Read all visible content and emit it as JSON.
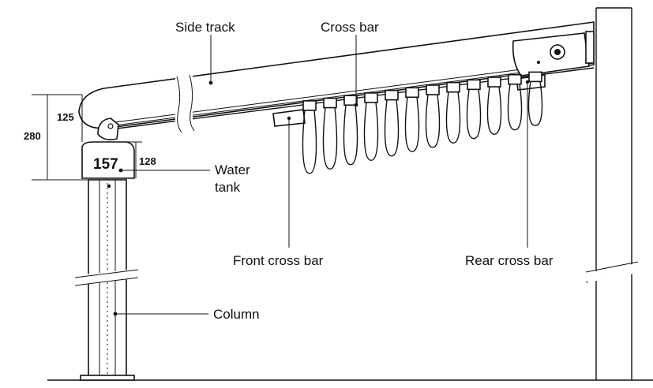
{
  "labels": {
    "side_track": "Side track",
    "cross_bar": "Cross bar",
    "water_tank_line1": "Water",
    "water_tank_line2": "tank",
    "front_cross_bar": "Front cross bar",
    "rear_cross_bar": "Rear cross bar",
    "column": "Column"
  },
  "dimensions": {
    "d280": "280",
    "d125": "125",
    "d157": "157",
    "d128": "128"
  }
}
